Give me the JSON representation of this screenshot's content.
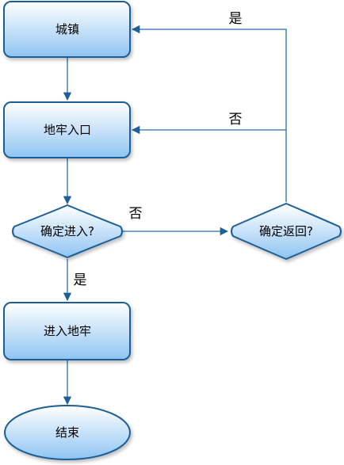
{
  "nodes": {
    "town": "城镇",
    "dungeon_entrance": "地牢入口",
    "confirm_enter": "确定进入?",
    "confirm_return": "确定返回?",
    "enter_dungeon": "进入地牢",
    "end": "结束"
  },
  "edges": {
    "return_yes": "是",
    "return_no": "否",
    "enter_no": "否",
    "enter_yes": "是"
  },
  "colors": {
    "node_fill_top": "#ffffff",
    "node_fill_bottom": "#8fc4f2",
    "node_stroke": "#1f5f97",
    "edge": "#2b6cb0"
  }
}
